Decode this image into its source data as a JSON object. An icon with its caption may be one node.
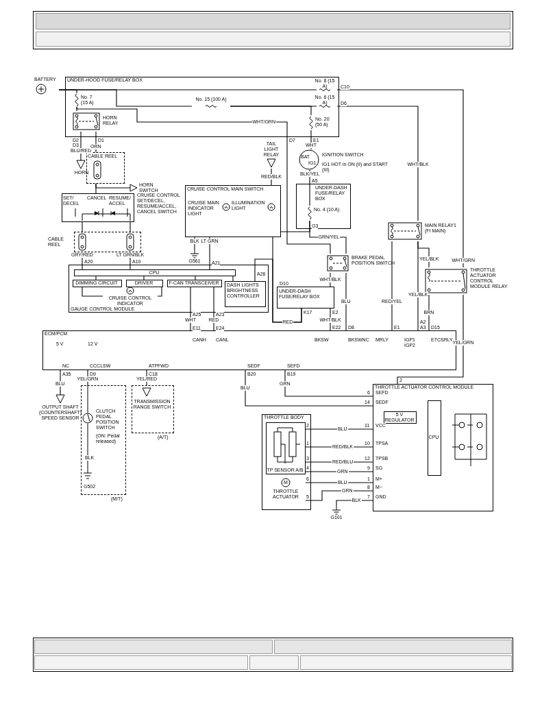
{
  "diagram": {
    "nodes": [
      {
        "text": [
          "UNDER-HOOD FUSE/RELAY BOX"
        ]
      },
      {
        "text": [
          "No. 8 (15 A)"
        ],
        "in": 0
      },
      {
        "text": [
          "No. 15 (100 A)"
        ],
        "in": 0
      },
      {
        "text": [
          "No. 6 (15 A)"
        ],
        "in": 0
      },
      {
        "text": [
          "No. 20 (50 A)"
        ],
        "in": 0
      },
      {
        "text": [
          "No. 7 (15 A)"
        ],
        "in": 0
      },
      {
        "text": [
          "HORN RELAY"
        ],
        "in": 0
      },
      {
        "text": [
          "BATTERY"
        ]
      },
      {
        "text": [
          "HORN"
        ]
      },
      {
        "text": [
          "CABLE REEL"
        ]
      },
      {
        "text": [
          "HORN SWITCH"
        ]
      },
      {
        "text": [
          "SET/ DECEL",
          "CANCEL",
          "RESUME/ ACCEL"
        ],
        "beside": [
          "CRUISE CONTROL SET/DECEL, RESUME/ACCEL, CANCEL SWITCH"
        ]
      },
      {
        "text": [],
        "shape": "box",
        "beside": [
          "CABLE REEL"
        ]
      },
      {
        "text": [
          "CRUISE CONTROL MAIN SWITCH",
          "CRUISE MAIN INDICATOR LIGHT",
          "ILLUMINATION LIGHT"
        ]
      },
      {
        "text": [
          "TAIL LIGHT RELAY"
        ]
      },
      {
        "text": [
          "BAT",
          "IG1",
          "IGNITION SWITCH"
        ],
        "beside": [
          "IG1 HOT in ON (II) and START (III)"
        ]
      },
      {
        "text": [
          "UNDER-DASH FUSE/RELAY BOX"
        ]
      },
      {
        "text": [
          "No. 4 (10 A)"
        ],
        "in": 16
      },
      {
        "text": [
          "BRAKE PEDAL POSITION SWITCH"
        ]
      },
      {
        "text": [
          "MAIN RELAY1 (FI MAIN)"
        ]
      },
      {
        "text": [
          "THROTTLE ACTUATOR CONTROL MODULE RELAY"
        ]
      },
      {
        "text": [
          "GAUGE CONTROL MODULE"
        ]
      },
      {
        "text": [
          "CPU"
        ],
        "in": 21
      },
      {
        "text": [
          "DIMMING CIRCUIT"
        ],
        "in": 21
      },
      {
        "text": [
          "DRIVER"
        ],
        "in": 21
      },
      {
        "text": [
          "F-CAN TRANSCEIVER"
        ],
        "in": 21
      },
      {
        "text": [
          "DASH LIGHTS BRIGHTNESS CONTROLLER"
        ],
        "in": 21
      },
      {
        "text": [
          "CRUISE CONTROL INDICATOR"
        ],
        "in": 21
      },
      {
        "text": [
          "UNDER-DASH FUSE/RELAY BOX"
        ]
      },
      {
        "text": [
          "ECM/PCM"
        ]
      },
      {
        "text": [
          "OUTPUT SHAFT (COUNTERSHAFT) SPEED SENSOR"
        ]
      },
      {
        "text": [
          "CLUTCH PEDAL POSITION SWITCH",
          "(ON: Pedal released)"
        ],
        "beside": [
          "(M/T)"
        ]
      },
      {
        "text": [
          "TRANSMISSION RANGE SWITCH"
        ],
        "beside": [
          "(A/T)"
        ]
      },
      {
        "text": [
          "THROTTLE BODY"
        ]
      },
      {
        "text": [
          "TP SENSOR A/B"
        ],
        "in": 33
      },
      {
        "text": [
          "M",
          "THROTTLE ACTUATOR"
        ],
        "in": 33
      },
      {
        "text": [
          "THROTTLE ACTUATOR CONTROL MODULE"
        ]
      },
      {
        "text": [
          "CPU"
        ],
        "in": 36
      },
      {
        "text": [
          "5 V REGULATOR"
        ],
        "in": 36
      },
      {
        "text": [
          "G561"
        ]
      },
      {
        "text": [
          "G101"
        ]
      }
    ],
    "edges": [
      {
        "from": 7,
        "to": 1,
        "arrow": "none"
      },
      {
        "from": 7,
        "to": 5,
        "arrow": "none"
      },
      {
        "from": 7,
        "to": 2,
        "arrow": "none"
      },
      {
        "from": 2,
        "to": 3,
        "arrow": "none"
      },
      {
        "from": 2,
        "to": 4,
        "arrow": "none"
      },
      {
        "from": 5,
        "to": 6,
        "arrow": "none"
      },
      {
        "from": 5,
        "to": 18,
        "arrow": "none",
        "label": "WHT/GRN"
      },
      {
        "from": 6,
        "to": 8,
        "arrow": "none",
        "label": "BLU/RED"
      },
      {
        "from": 6,
        "to": 9,
        "arrow": "none",
        "label": "ORN"
      },
      {
        "from": 9,
        "to": 10,
        "arrow": "none"
      },
      {
        "from": 9,
        "to": 11,
        "arrow": "none"
      },
      {
        "from": 11,
        "to": 12,
        "arrow": "none"
      },
      {
        "from": 11,
        "to": 12,
        "arrow": "none"
      },
      {
        "from": 12,
        "to": 22,
        "arrow": "none",
        "label": "GRY/RED"
      },
      {
        "from": 12,
        "to": 22,
        "arrow": "none",
        "label": "LT GRN/BLK"
      },
      {
        "from": 14,
        "to": 13,
        "arrow": "none",
        "label": "RED/BLK"
      },
      {
        "from": 13,
        "to": 39,
        "arrow": "none",
        "label": "BLK"
      },
      {
        "from": 13,
        "to": 22,
        "arrow": "none",
        "label": "LT GRN"
      },
      {
        "from": 13,
        "to": 28,
        "arrow": "none",
        "label": "RED"
      },
      {
        "from": 17,
        "to": 13,
        "arrow": "none"
      },
      {
        "from": 17,
        "to": 18,
        "arrow": "none",
        "label": "GRN/YEL"
      },
      {
        "from": 15,
        "to": 17,
        "arrow": "none",
        "label": "BLK/YEL"
      },
      {
        "from": 4,
        "to": 15,
        "arrow": "none",
        "label": "WHT"
      },
      {
        "from": 3,
        "to": 19,
        "arrow": "none",
        "label": "WHT/BLK"
      },
      {
        "from": 1,
        "to": 20,
        "arrow": "none",
        "label": "WHT/GRN"
      },
      {
        "from": 19,
        "to": 20,
        "arrow": "none",
        "label": "YEL/BLK"
      },
      {
        "from": 19,
        "to": 29,
        "arrow": "none",
        "label": "YEL/BLK"
      },
      {
        "from": 19,
        "to": 29,
        "arrow": "none",
        "label": "RED/YEL"
      },
      {
        "from": 20,
        "to": 29,
        "arrow": "none",
        "label": "BRN"
      },
      {
        "from": 20,
        "to": 36,
        "arrow": "none",
        "label": "YEL/GRN"
      },
      {
        "from": 18,
        "to": 28,
        "arrow": "none",
        "label": "WHT/BLK"
      },
      {
        "from": 28,
        "to": 29,
        "arrow": "none",
        "label": "WHT/BLK"
      },
      {
        "from": 18,
        "to": 29,
        "arrow": "none",
        "label": "BLU"
      },
      {
        "from": 25,
        "to": 29,
        "arrow": "none",
        "label": "WHT"
      },
      {
        "from": 25,
        "to": 29,
        "arrow": "none",
        "label": "RED"
      },
      {
        "from": 26,
        "to": 28,
        "arrow": "none"
      },
      {
        "from": 29,
        "to": 30,
        "arrow": "none",
        "label": "BLU"
      },
      {
        "from": 29,
        "to": 31,
        "arrow": "none",
        "label": "YEL/GRN"
      },
      {
        "from": 29,
        "to": 32,
        "arrow": "none",
        "label": "YEL/RED"
      },
      {
        "from": 29,
        "to": 36,
        "arrow": "none",
        "label": "BLU"
      },
      {
        "from": 29,
        "to": 36,
        "arrow": "none",
        "label": "GRN"
      },
      {
        "from": 34,
        "to": 36,
        "arrow": "none",
        "label": "BLU"
      },
      {
        "from": 34,
        "to": 36,
        "arrow": "none",
        "label": "RED/BLK"
      },
      {
        "from": 34,
        "to": 36,
        "arrow": "none",
        "label": "RED/BLU"
      },
      {
        "from": 34,
        "to": 36,
        "arrow": "none",
        "label": "GRN"
      },
      {
        "from": 35,
        "to": 36,
        "arrow": "none",
        "label": "BLU"
      },
      {
        "from": 35,
        "to": 36,
        "arrow": "none",
        "label": "GRN"
      },
      {
        "from": 36,
        "to": 40,
        "arrow": "none",
        "label": "BLK"
      },
      {
        "from": 22,
        "to": 23,
        "arrow": "none"
      },
      {
        "from": 22,
        "to": 24,
        "arrow": "none"
      },
      {
        "from": 22,
        "to": 25,
        "arrow": "none"
      },
      {
        "from": 22,
        "to": 26,
        "arrow": "none"
      },
      {
        "from": 23,
        "to": 27,
        "arrow": "none"
      },
      {
        "from": 24,
        "to": 27,
        "arrow": "none"
      }
    ],
    "labels": [
      "C10",
      "D6",
      "D2",
      "D3",
      "D1",
      "D7",
      "E1",
      "A5",
      "O3",
      "A20",
      "A10",
      "A21",
      "A26",
      "D10",
      "K17",
      "E2",
      "A25",
      "A23",
      "E11",
      "E24",
      "E22",
      "D8",
      "E1",
      "A2",
      "A3",
      "D15",
      "5 V",
      "12 V",
      "CANH",
      "CANL",
      "BKSW",
      "BKSWNC",
      "MRLY",
      "IGP1",
      "IGP2",
      "ETCSRLY",
      "NC",
      "CCCLSW",
      "ATPFWD",
      "SEDF",
      "SEFD",
      "A35",
      "D9",
      "C18",
      "B20",
      "B19",
      "BLK",
      "G502",
      "2",
      "6",
      "SEFD",
      "14",
      "SEDF",
      "11",
      "VCC",
      "10",
      "TPSA",
      "12",
      "TPSB",
      "9",
      "SG",
      "1",
      "M+",
      "8",
      "M−",
      "7",
      "GND",
      "2",
      "1",
      "3",
      "4",
      "6",
      "5"
    ]
  }
}
